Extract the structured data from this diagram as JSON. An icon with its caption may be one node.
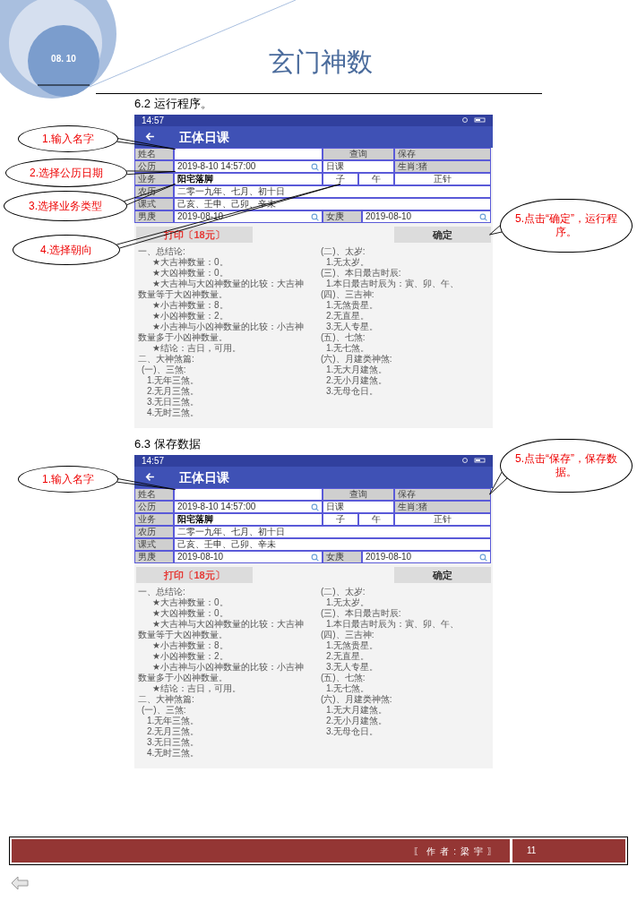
{
  "diagram": {
    "title": "玄门神数",
    "nodes": [
      {
        "text": [
          "1.输入名字"
        ]
      },
      {
        "text": [
          "2.选择公历日期"
        ]
      },
      {
        "text": [
          "3.选择业务类型"
        ]
      },
      {
        "text": [
          "4.选择朝向"
        ]
      },
      {
        "text": [
          "5.点击“确定”，运行程序。"
        ]
      },
      {
        "text": [
          "14:57",
          "正体日课"
        ]
      },
      {
        "text": [
          "姓名"
        ],
        "in": 5
      },
      {
        "text": [],
        "shape": "box",
        "in": 5
      },
      {
        "text": [
          "查询"
        ],
        "in": 5
      },
      {
        "text": [
          "保存"
        ],
        "in": 5
      },
      {
        "text": [
          "公历"
        ],
        "in": 5
      },
      {
        "text": [
          "2019-8-10 14:57:00"
        ],
        "in": 5
      },
      {
        "text": [
          "日课"
        ],
        "in": 5
      },
      {
        "text": [
          "生肖:猪"
        ],
        "in": 5
      },
      {
        "text": [
          "业务"
        ],
        "in": 5
      },
      {
        "text": [
          "阳宅落脚"
        ],
        "in": 5
      },
      {
        "text": [
          "子"
        ],
        "in": 5
      },
      {
        "text": [
          "午"
        ],
        "in": 5
      },
      {
        "text": [
          "正针"
        ],
        "in": 5
      },
      {
        "text": [
          "农历"
        ],
        "in": 5
      },
      {
        "text": [
          "二零一九年、七月、初十日"
        ],
        "in": 5
      },
      {
        "text": [
          "课式"
        ],
        "in": 5
      },
      {
        "text": [
          "己亥、壬申、己卯、辛未"
        ],
        "in": 5
      },
      {
        "text": [
          "男庚"
        ],
        "in": 5
      },
      {
        "text": [
          "2019-08-10"
        ],
        "in": 5
      },
      {
        "text": [
          "女庚"
        ],
        "in": 5
      },
      {
        "text": [
          "2019-08-10"
        ],
        "in": 5
      },
      {
        "text": [
          "打印〔18元〕"
        ],
        "in": 5
      },
      {
        "text": [
          "确定"
        ],
        "in": 5
      },
      {
        "text": [
          "1.输入名字"
        ]
      },
      {
        "text": [
          "5.点击“保存”，保存数据。"
        ]
      },
      {
        "text": [
          "14:57",
          "正体日课"
        ]
      },
      {
        "text": [
          "姓名"
        ],
        "in": 31
      },
      {
        "text": [],
        "shape": "box",
        "in": 31
      },
      {
        "text": [
          "查询"
        ],
        "in": 31
      },
      {
        "text": [
          "保存"
        ],
        "in": 31
      },
      {
        "text": [
          "公历"
        ],
        "in": 31
      },
      {
        "text": [
          "2019-8-10 14:57:00"
        ],
        "in": 31
      },
      {
        "text": [
          "日课"
        ],
        "in": 31
      },
      {
        "text": [
          "生肖:猪"
        ],
        "in": 31
      },
      {
        "text": [
          "业务"
        ],
        "in": 31
      },
      {
        "text": [
          "阳宅落脚"
        ],
        "in": 31
      },
      {
        "text": [
          "子"
        ],
        "in": 31
      },
      {
        "text": [
          "午"
        ],
        "in": 31
      },
      {
        "text": [
          "正针"
        ],
        "in": 31
      },
      {
        "text": [
          "农历"
        ],
        "in": 31
      },
      {
        "text": [
          "二零一九年、七月、初十日"
        ],
        "in": 31
      },
      {
        "text": [
          "课式"
        ],
        "in": 31
      },
      {
        "text": [
          "己亥、壬申、己卯、辛未"
        ],
        "in": 31
      },
      {
        "text": [
          "男庚"
        ],
        "in": 31
      },
      {
        "text": [
          "2019-08-10"
        ],
        "in": 31
      },
      {
        "text": [
          "女庚"
        ],
        "in": 31
      },
      {
        "text": [
          "2019-08-10"
        ],
        "in": 31
      },
      {
        "text": [
          "打印〔18元〕"
        ],
        "in": 31
      },
      {
        "text": [
          "确定"
        ],
        "in": 31
      }
    ],
    "edges": [
      {
        "from": 0,
        "to": 7,
        "arrow": "none"
      },
      {
        "from": 1,
        "to": 11,
        "arrow": "none"
      },
      {
        "from": 2,
        "to": 15,
        "arrow": "none"
      },
      {
        "from": 3,
        "to": 16,
        "arrow": "none"
      },
      {
        "from": 4,
        "to": 28,
        "arrow": "none"
      },
      {
        "from": 29,
        "to": 33,
        "arrow": "none"
      },
      {
        "from": 30,
        "to": 35,
        "arrow": "none"
      }
    ],
    "labels": [
      "08. 10",
      "6.2 运行程序。",
      "一、总结论:",
      "★大吉神数量：0。",
      "★大凶神数量：0。",
      "★大吉神与大凶神数量的比较：大吉神数量等于大凶神数量。",
      "★小吉神数量：8。",
      "★小凶神数量：2。",
      "★小吉神与小凶神数量的比较：小吉神数量多于小凶神数量。",
      "★结论：吉日，可用。",
      "二、大神煞篇:",
      "(一)、三煞:",
      "1.无年三煞。",
      "2.无月三煞。",
      "3.无日三煞。",
      "4.无时三煞。",
      "(二)、太岁:",
      "1.无太岁。",
      "(三)、本日最吉时辰:",
      "1.本日最吉时辰为：寅、卯、午、",
      "(四)、三吉神:",
      "1.无煞贵星。",
      "2.无直星。",
      "3.无人专星。",
      "(五)、七煞:",
      "1.无七煞。",
      "(六)、月建类神煞:",
      "1.无大月建煞。",
      "2.无小月建煞。",
      "3.无母仓日。",
      "6.3 保存数据",
      "一、总结论:",
      "★大吉神数量：0。",
      "★大凶神数量：0。",
      "★大吉神与大凶神数量的比较：大吉神数量等于大凶神数量。",
      "★小吉神数量：8。",
      "★小凶神数量：2。",
      "★小吉神与小凶神数量的比较：小吉神数量多于小凶神数量。",
      "★结论：吉日，可用。",
      "二、大神煞篇:",
      "(一)、三煞:",
      "1.无年三煞。",
      "2.无月三煞。",
      "3.无日三煞。",
      "4.无时三煞。",
      "(二)、太岁:",
      "1.无太岁。",
      "(三)、本日最吉时辰:",
      "1.本日最吉时辰为：寅、卯、午、",
      "(四)、三吉神:",
      "1.无煞贵星。",
      "2.无直星。",
      "3.无人专星。",
      "(五)、七煞:",
      "1.无七煞。",
      "(六)、月建类神煞:",
      "1.无大月建煞。",
      "2.无小月建煞。",
      "3.无母仓日。",
      "〖作者:梁宇〗",
      "11"
    ]
  }
}
